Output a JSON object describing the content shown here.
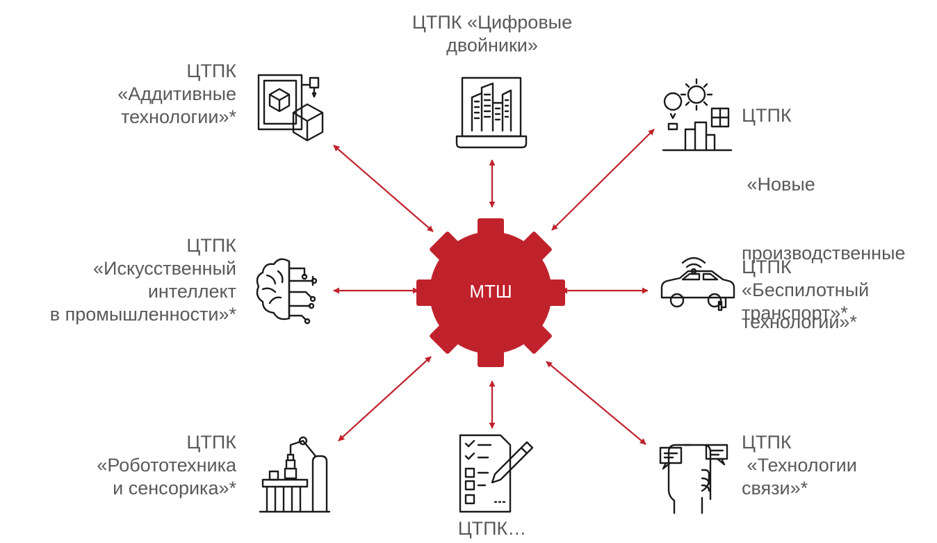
{
  "center": {
    "label": "МТШ",
    "color": "#c0222c"
  },
  "arrow_color": "#c0222c",
  "nodes": {
    "additive": {
      "lines": [
        "ЦТПК",
        "«Аддитивные",
        "технологии»*"
      ],
      "icon": "3d-printer-icon"
    },
    "digital_twins": {
      "lines": [
        "ЦТПК «Цифровые",
        "двойники»"
      ],
      "icon": "laptop-city-icon"
    },
    "new_production": {
      "lines": [
        "ЦТПК",
        " «Новые",
        "производственные",
        "технологии»*"
      ],
      "icon": "smart-factory-icon"
    },
    "ai": {
      "lines": [
        "ЦТПК",
        "«Искусственный",
        "интеллект",
        "в промышленности»*"
      ],
      "icon": "ai-brain-icon"
    },
    "autonomous": {
      "lines": [
        "ЦТПК",
        "«Беспилотный",
        "транспорт»*"
      ],
      "icon": "connected-car-icon"
    },
    "robotics": {
      "lines": [
        "ЦТПК",
        "«Робототехника",
        "и сенсорика»*"
      ],
      "icon": "robot-arm-icon"
    },
    "other": {
      "lines": [
        "ЦТПК…"
      ],
      "icon": "checklist-icon"
    },
    "communication": {
      "lines": [
        "ЦТПК",
        " «Технологии",
        "связи»*"
      ],
      "icon": "smartphone-chat-icon"
    }
  }
}
